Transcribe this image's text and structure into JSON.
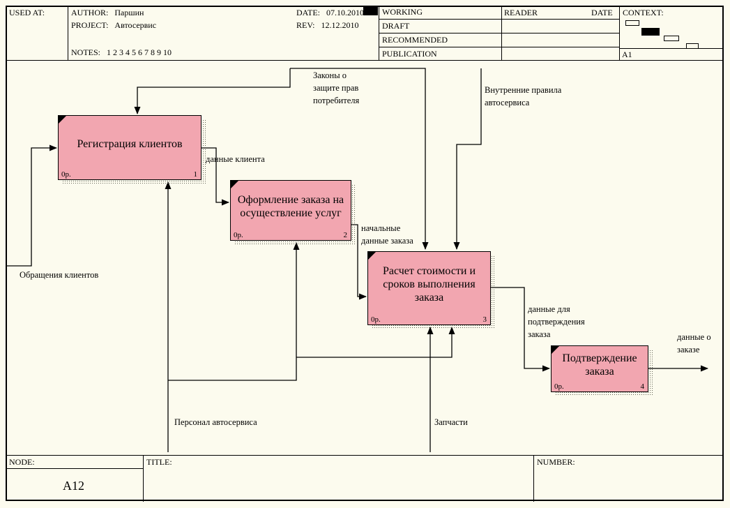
{
  "header": {
    "used_at": "USED AT:",
    "author_label": "AUTHOR:",
    "author": "Паршин",
    "project_label": "PROJECT:",
    "project": "Автосервис",
    "notes_label": "NOTES:",
    "notes": "1 2 3 4 5 6 7 8 9 10",
    "date_label": "DATE:",
    "date": "07.10.2010",
    "rev_label": "REV:",
    "rev": "12.12.2010",
    "status": [
      "WORKING",
      "DRAFT",
      "RECOMMENDED",
      "PUBLICATION"
    ],
    "reader": "READER",
    "reader_date": "DATE",
    "context_label": "CONTEXT:",
    "context_node": "A1"
  },
  "diagram": {
    "boxes": [
      {
        "title": "Регистрация клиентов",
        "cost": "0р.",
        "num": "1"
      },
      {
        "title": "Оформление заказа на осуществление услуг",
        "cost": "0р.",
        "num": "2"
      },
      {
        "title": "Расчет стоимости и сроков выполнения заказа",
        "cost": "0р.",
        "num": "3"
      },
      {
        "title": "Подтверждение заказа",
        "cost": "0р.",
        "num": "4"
      }
    ],
    "labels": {
      "zakony": "Законы о защите прав потребителя",
      "vnutrennie_pravila": "Внутренние правила автосервиса",
      "dannye_klienta": "данные клиента",
      "nachalnye_dannye": "начальные данные заказа",
      "dannye_dlya_podtverzhdeniya": "данные для подтверждения заказа",
      "dannye_o_zakaze": "данные о заказе",
      "obrashcheniya_klientov": "Обращения клиентов",
      "personal_avtoservisa": "Персонал автосервиса",
      "zapchasti": "Запчасти"
    }
  },
  "footer": {
    "node_label": "NODE:",
    "node": "А12",
    "title_label": "TITLE:",
    "number_label": "NUMBER:"
  }
}
